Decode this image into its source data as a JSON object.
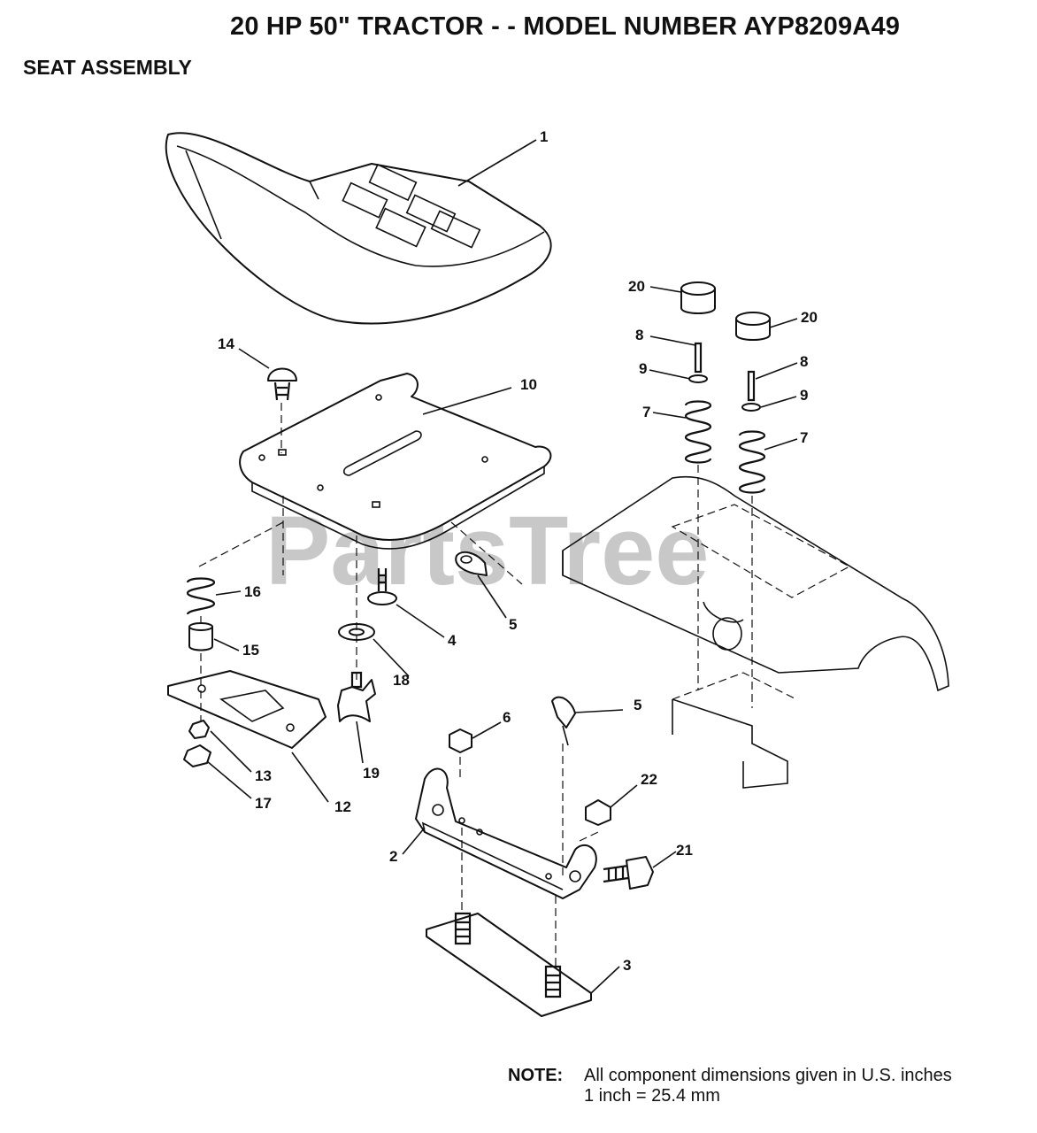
{
  "header": {
    "title": "20 HP 50\" TRACTOR - - MODEL NUMBER AYP8209A49",
    "subtitle": "SEAT ASSEMBLY"
  },
  "watermark": {
    "text": "PartsTree"
  },
  "callouts": {
    "c1": "1",
    "c2": "2",
    "c3": "3",
    "c4": "4",
    "c5a": "5",
    "c5b": "5",
    "c6": "6",
    "c7a": "7",
    "c7b": "7",
    "c8a": "8",
    "c8b": "8",
    "c9a": "9",
    "c9b": "9",
    "c10": "10",
    "c12": "12",
    "c13": "13",
    "c14": "14",
    "c15": "15",
    "c16": "16",
    "c17": "17",
    "c18": "18",
    "c19": "19",
    "c20a": "20",
    "c20b": "20",
    "c21": "21",
    "c22": "22"
  },
  "note": {
    "label": "NOTE:",
    "line1": "All component dimensions given in U.S. inches",
    "line2": "1 inch = 25.4 mm"
  }
}
